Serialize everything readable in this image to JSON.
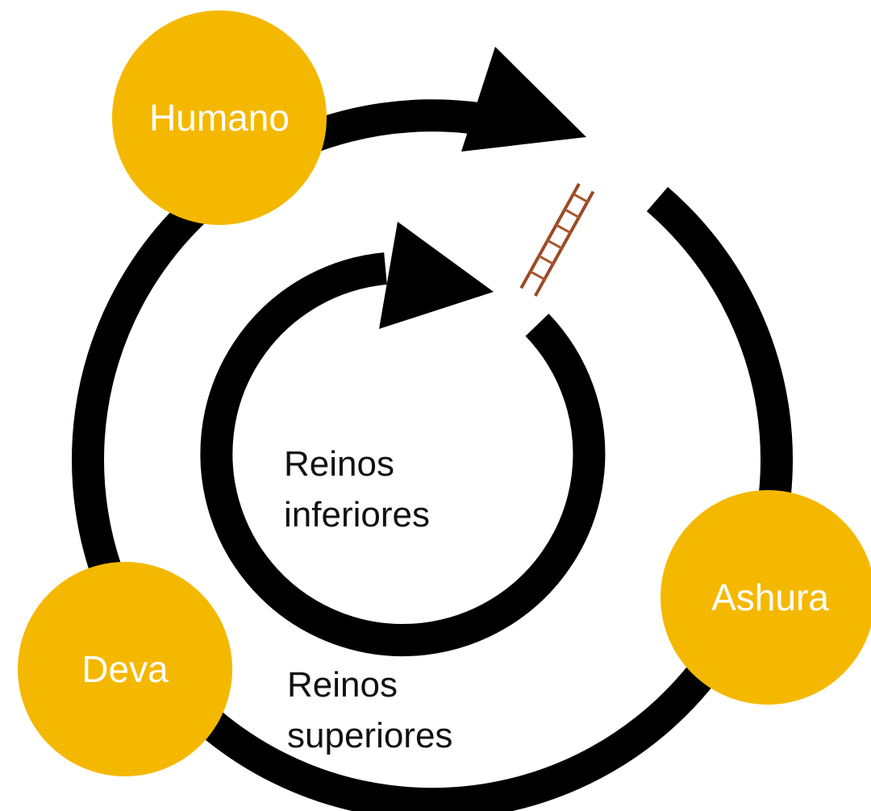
{
  "diagram": {
    "nodes": {
      "humano": "Humano",
      "ashura": "Ashura",
      "deva": "Deva"
    },
    "inner_label": {
      "line1": "Reinos",
      "line2": "inferiores"
    },
    "outer_label": {
      "line1": "Reinos",
      "line2": "superiores"
    },
    "icons": {
      "ladder": "ladder-icon"
    },
    "colors": {
      "node_fill": "#F5B800",
      "node_text": "#FFFFFF",
      "ring": "#000000",
      "ladder": "#9A4A26",
      "label_text": "#111111"
    }
  }
}
